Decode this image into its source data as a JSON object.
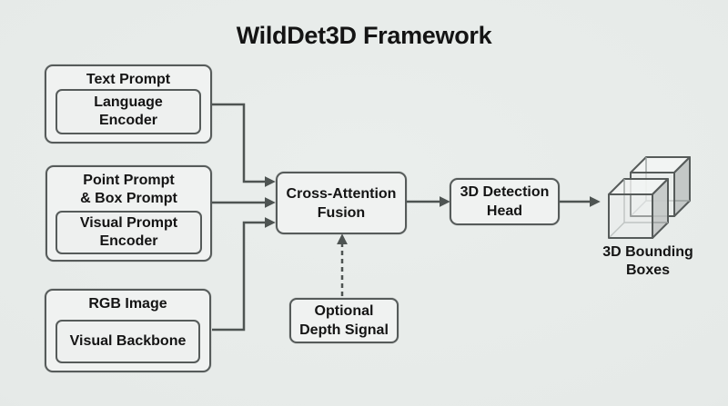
{
  "title": "WildDet3D Framework",
  "colors": {
    "background": "#e7eae9",
    "node_fill": "#f0f2f1",
    "node_border": "#565b5a",
    "connector": "#4e5452",
    "cube_side_shade": "#c4c8c7",
    "text": "#141414"
  },
  "nodes": {
    "text_prompt": {
      "title": "Text Prompt",
      "inner": "Language\nEncoder"
    },
    "point_box_prompt": {
      "title": "Point Prompt\n& Box Prompt",
      "inner": "Visual Prompt\nEncoder"
    },
    "rgb_image": {
      "title": "RGB Image",
      "inner": "Visual Backbone"
    },
    "fusion": {
      "label": "Cross-Attention\nFusion"
    },
    "depth": {
      "label": "Optional\nDepth Signal"
    },
    "detection_head": {
      "label": "3D Detection\nHead"
    },
    "output": {
      "label": "3D Bounding\nBoxes"
    }
  },
  "icons": {
    "output": "3d-cubes-icon"
  },
  "edges": [
    {
      "from": "Language Encoder",
      "to": "Cross-Attention Fusion",
      "style": "solid"
    },
    {
      "from": "Visual Prompt Encoder",
      "to": "Cross-Attention Fusion",
      "style": "solid"
    },
    {
      "from": "Visual Backbone",
      "to": "Cross-Attention Fusion",
      "style": "solid"
    },
    {
      "from": "Optional Depth Signal",
      "to": "Cross-Attention Fusion",
      "style": "dashed"
    },
    {
      "from": "Cross-Attention Fusion",
      "to": "3D Detection Head",
      "style": "solid"
    },
    {
      "from": "3D Detection Head",
      "to": "3D Bounding Boxes",
      "style": "solid"
    }
  ]
}
